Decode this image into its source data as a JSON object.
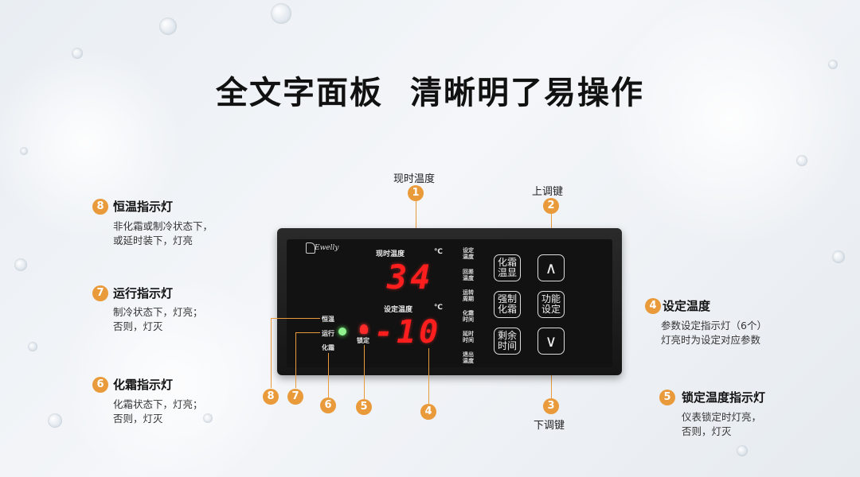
{
  "title": {
    "part1": "全文字面板",
    "part2": "清晰明了易操作"
  },
  "callouts": {
    "c1": {
      "num": "1",
      "label": "现时温度"
    },
    "c2": {
      "num": "2",
      "label": "上调键"
    },
    "c3": {
      "num": "3",
      "label": "下调键"
    },
    "c4_below": {
      "num": "4"
    },
    "c5_below": {
      "num": "5"
    },
    "c6_below": {
      "num": "6"
    },
    "c7_below": {
      "num": "7"
    },
    "c8_below": {
      "num": "8"
    }
  },
  "left_notes": [
    {
      "num": "8",
      "title": "恒温指示灯",
      "line1": "非化霜或制冷状态下，",
      "line2": "或延时装下，灯亮"
    },
    {
      "num": "7",
      "title": "运行指示灯",
      "line1": "制冷状态下，灯亮；",
      "line2": "否则，灯灭"
    },
    {
      "num": "6",
      "title": "化霜指示灯",
      "line1": "化霜状态下，灯亮；",
      "line2": "否则，灯灭"
    }
  ],
  "right_notes": [
    {
      "num": "4",
      "title": "设定温度",
      "line1": "参数设定指示灯（6个）",
      "line2": "灯亮时为设定对应参数"
    },
    {
      "num": "5",
      "title": "锁定温度指示灯",
      "line1": "仪表锁定时灯亮，",
      "line2": "否则，灯灭"
    }
  ],
  "panel": {
    "logo": "Ewelly",
    "current_temp_label": "现时温度",
    "current_temp_unit": "℃",
    "current_temp_value": "34",
    "set_temp_label": "设定温度",
    "set_temp_unit": "℃",
    "set_temp_value": "-10",
    "ind_hengwen": "恒温",
    "ind_yunxing": "运行",
    "ind_huashuang": "化霜",
    "ind_suoding": "锁定",
    "param_labels": [
      {
        "l1": "设定",
        "l2": "温度"
      },
      {
        "l1": "回差",
        "l2": "温度"
      },
      {
        "l1": "运转",
        "l2": "周期"
      },
      {
        "l1": "化霜",
        "l2": "时间"
      },
      {
        "l1": "延时",
        "l2": "时间"
      },
      {
        "l1": "退出",
        "l2": "温度"
      }
    ],
    "keys": {
      "defrost_temp": {
        "l1": "化霜",
        "l2": "温显"
      },
      "force_defrost": {
        "l1": "强制",
        "l2": "化霜"
      },
      "remaining_time": {
        "l1": "剩余",
        "l2": "时间"
      },
      "function_set": {
        "l1": "功能",
        "l2": "设定"
      },
      "up": "∧",
      "down": "∨"
    }
  },
  "colors": {
    "accent": "#e99a3a",
    "led_red": "#ff1e1e",
    "led_green": "#8ef08e"
  }
}
